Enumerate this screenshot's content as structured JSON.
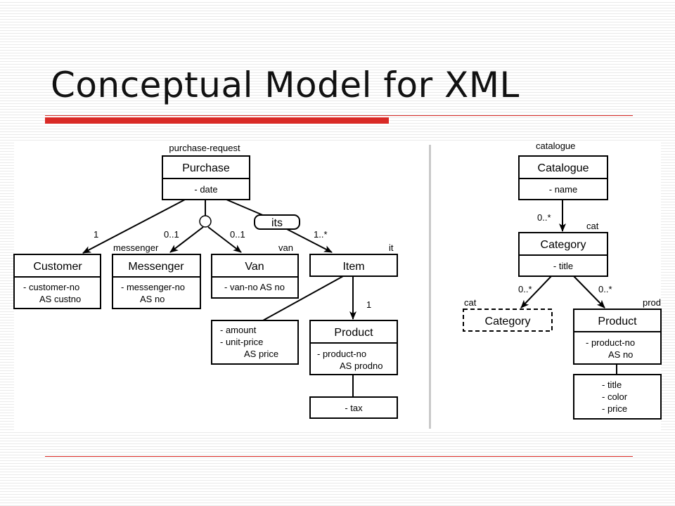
{
  "slide": {
    "title": "Conceptual Model for XML"
  },
  "left_diagram": {
    "classes": {
      "purchase": {
        "element": "purchase-request",
        "name": "Purchase",
        "attrs": [
          "- date"
        ]
      },
      "customer": {
        "name": "Customer",
        "attrs": [
          "- customer-no",
          "AS custno"
        ]
      },
      "messenger": {
        "element": "messenger",
        "name": "Messenger",
        "attrs": [
          "- messenger-no",
          "AS no"
        ]
      },
      "van": {
        "element": "van",
        "name": "Van",
        "attrs": [
          "- van-no AS no"
        ]
      },
      "item": {
        "element": "it",
        "name": "Item"
      },
      "item_attrs": [
        "- amount",
        "- unit-price",
        "AS price"
      ],
      "product": {
        "name": "Product",
        "attrs": [
          "- product-no",
          "AS prodno"
        ]
      },
      "product_extra": [
        "- tax"
      ]
    },
    "choice_label": "its",
    "multiplicities": {
      "customer": "1",
      "messenger": "0..1",
      "van": "0..1",
      "item": "1..*",
      "product": "1"
    }
  },
  "right_diagram": {
    "classes": {
      "catalogue": {
        "element": "catalogue",
        "name": "Catalogue",
        "attrs": [
          "- name"
        ]
      },
      "category": {
        "element": "cat",
        "name": "Category",
        "attrs": [
          "- title"
        ]
      },
      "category_ref": {
        "element": "cat",
        "name": "Category"
      },
      "product": {
        "element": "prod",
        "name": "Product",
        "attrs": [
          "- product-no",
          "AS no"
        ]
      },
      "product_extra": [
        "- title",
        "- color",
        "- price"
      ]
    },
    "multiplicities": {
      "category": "0..*",
      "sub_category": "0..*",
      "product": "0..*"
    }
  }
}
